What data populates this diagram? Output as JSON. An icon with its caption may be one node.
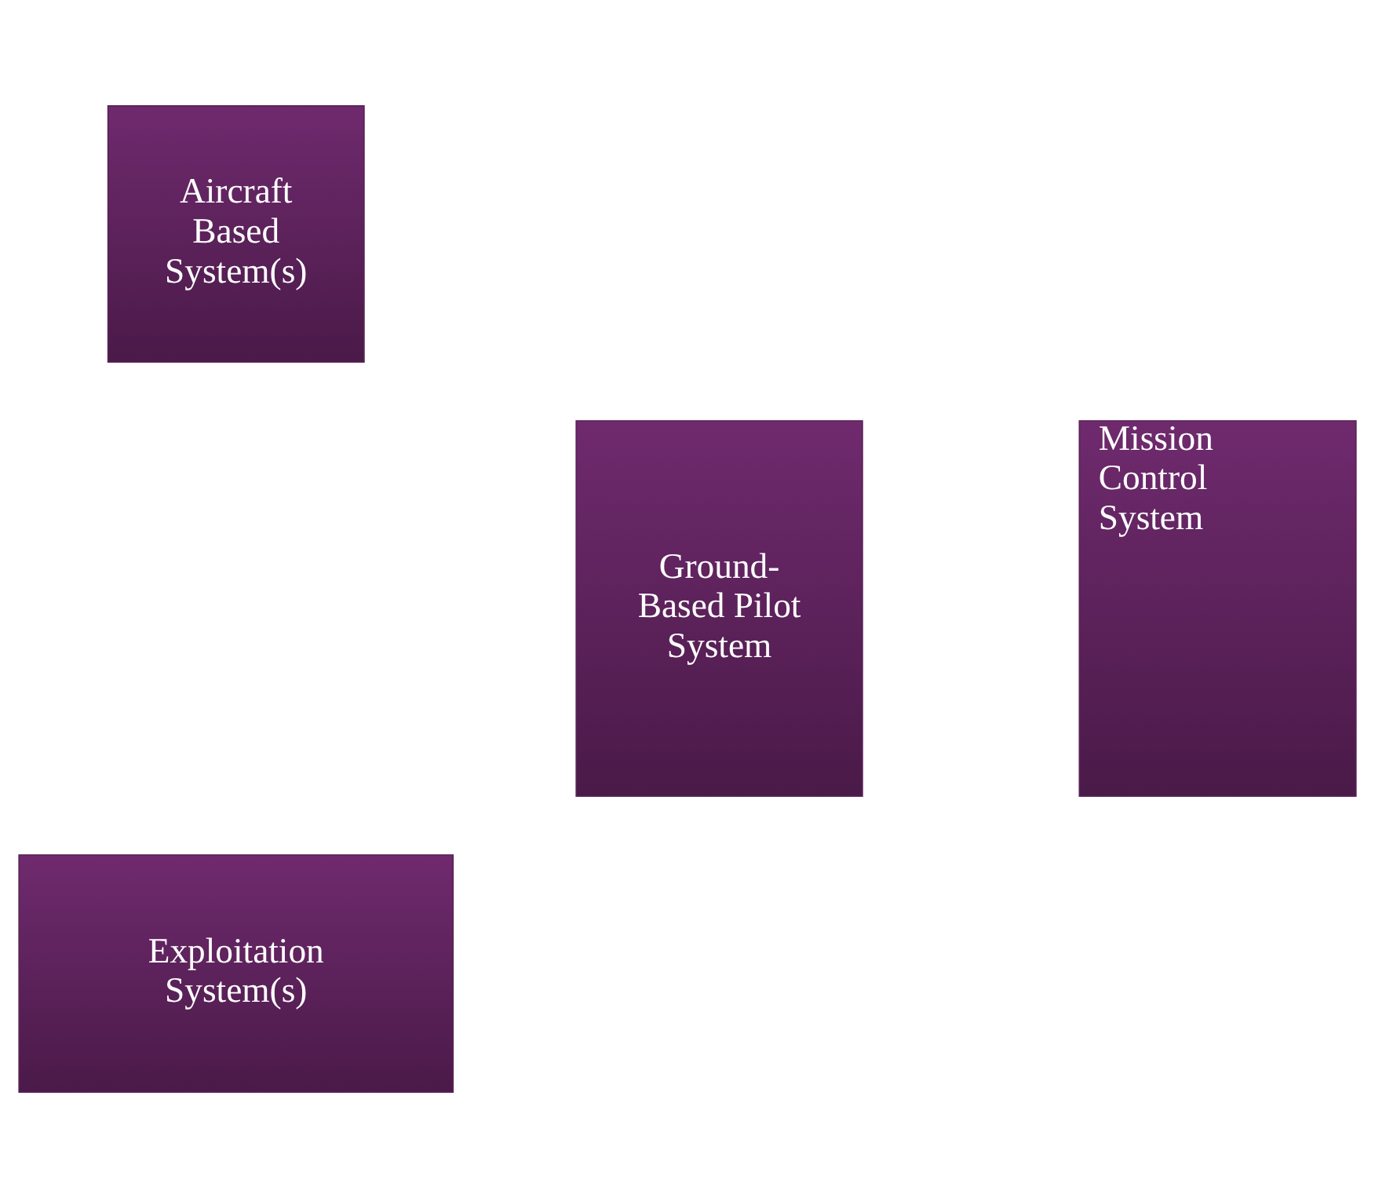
{
  "diagram": {
    "nodes": [
      {
        "text": [
          "Aircraft Based System(s)"
        ]
      },
      {
        "text": [
          "Ground-Based Pilot System"
        ]
      },
      {
        "text": [
          "Mission Control System"
        ]
      },
      {
        "text": [
          "Exploitation System(s)"
        ]
      }
    ],
    "edges": []
  }
}
